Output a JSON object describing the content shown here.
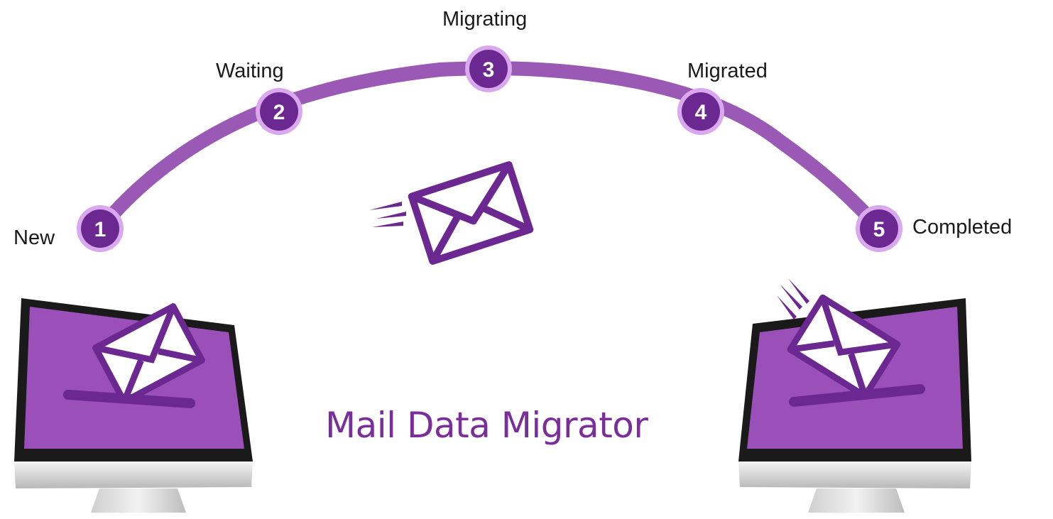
{
  "title": "Mail Data Migrator",
  "steps": [
    {
      "number": "1",
      "label": "New"
    },
    {
      "number": "2",
      "label": "Waiting"
    },
    {
      "number": "3",
      "label": "Migrating"
    },
    {
      "number": "4",
      "label": "Migrated"
    },
    {
      "number": "5",
      "label": "Completed"
    }
  ],
  "colors": {
    "arc": "#9b59b6",
    "node_fill": "#6c2891",
    "node_ring": "#d9a8ee",
    "title": "#7a2e99",
    "screen": "#9b4fb8"
  },
  "icons": {
    "source_computer": "monitor-icon",
    "target_computer": "monitor-icon",
    "envelope": "envelope-icon"
  }
}
